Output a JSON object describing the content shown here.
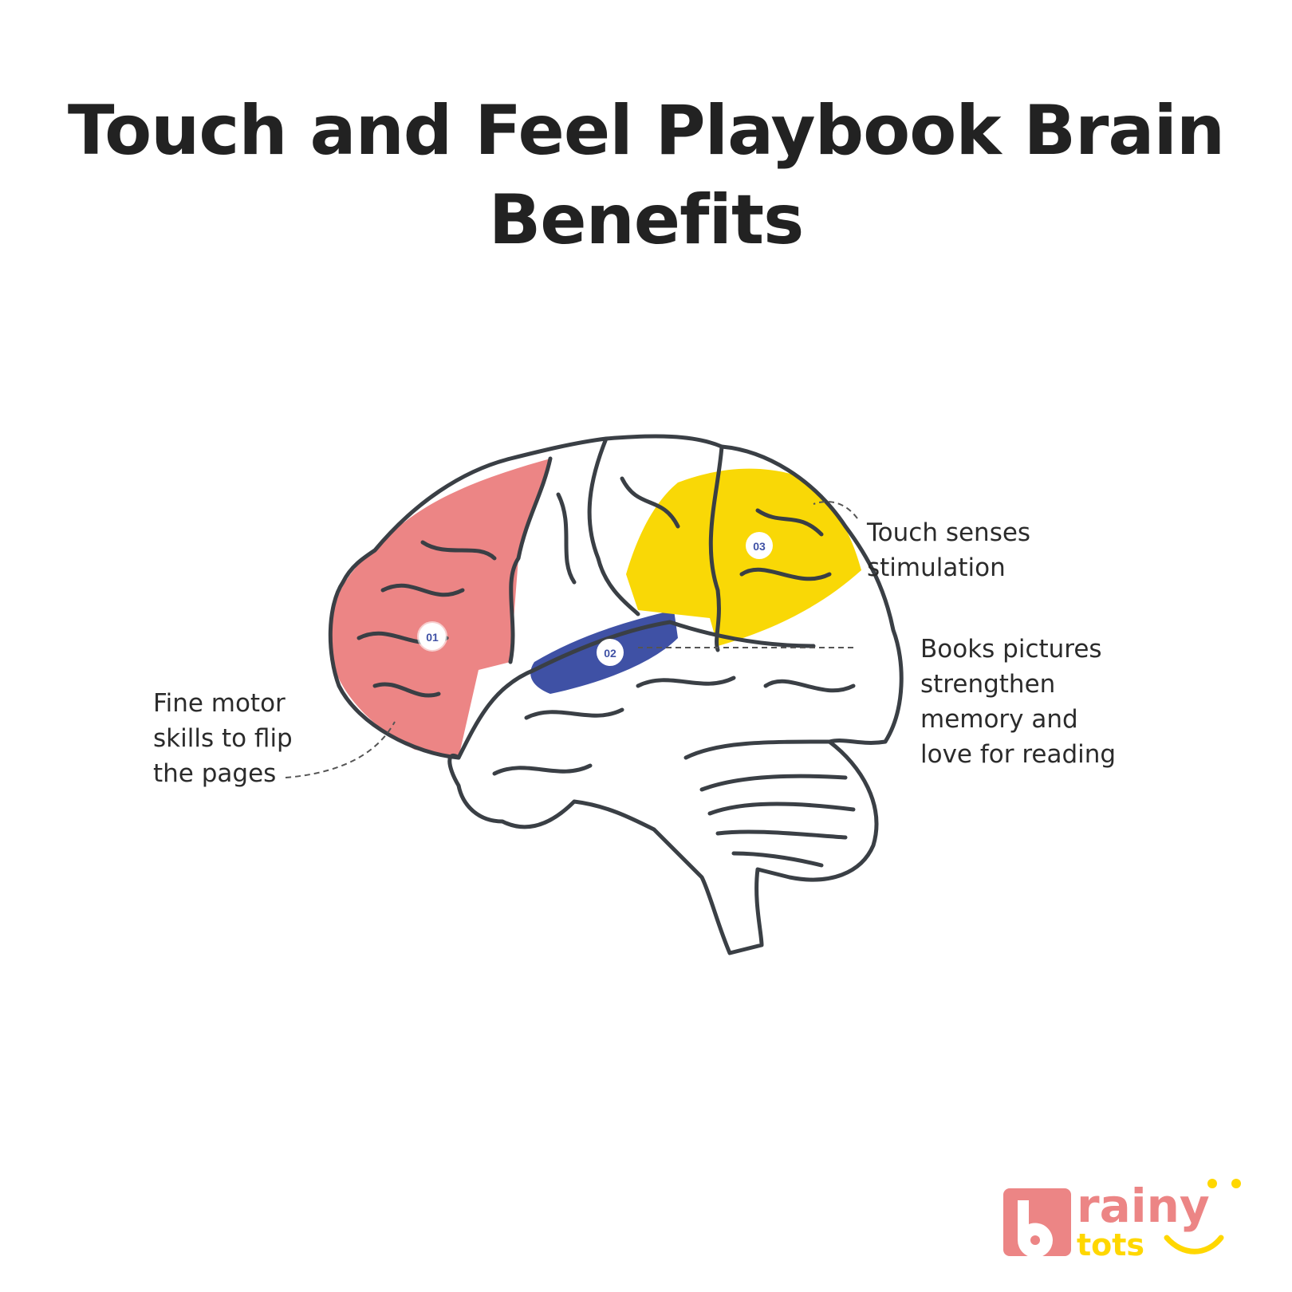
{
  "title": {
    "line1": "Touch and Feel Playbook Brain",
    "line2": "Benefits"
  },
  "regions": [
    {
      "number": "01",
      "color": "#EC8585",
      "label_lines": [
        "Fine motor",
        "skills to flip",
        "the pages"
      ]
    },
    {
      "number": "02",
      "color": "#3F51A5",
      "label_lines": [
        "Books pictures",
        "strengthen",
        "memory and",
        "love for reading"
      ]
    },
    {
      "number": "03",
      "color": "#F9D806",
      "label_lines": [
        "Touch senses",
        "stimulation"
      ]
    }
  ],
  "logo": {
    "text": "brainy tots",
    "primary": "#EC8585",
    "secondary": "#FFD700"
  },
  "outline_color": "#3a3f45"
}
